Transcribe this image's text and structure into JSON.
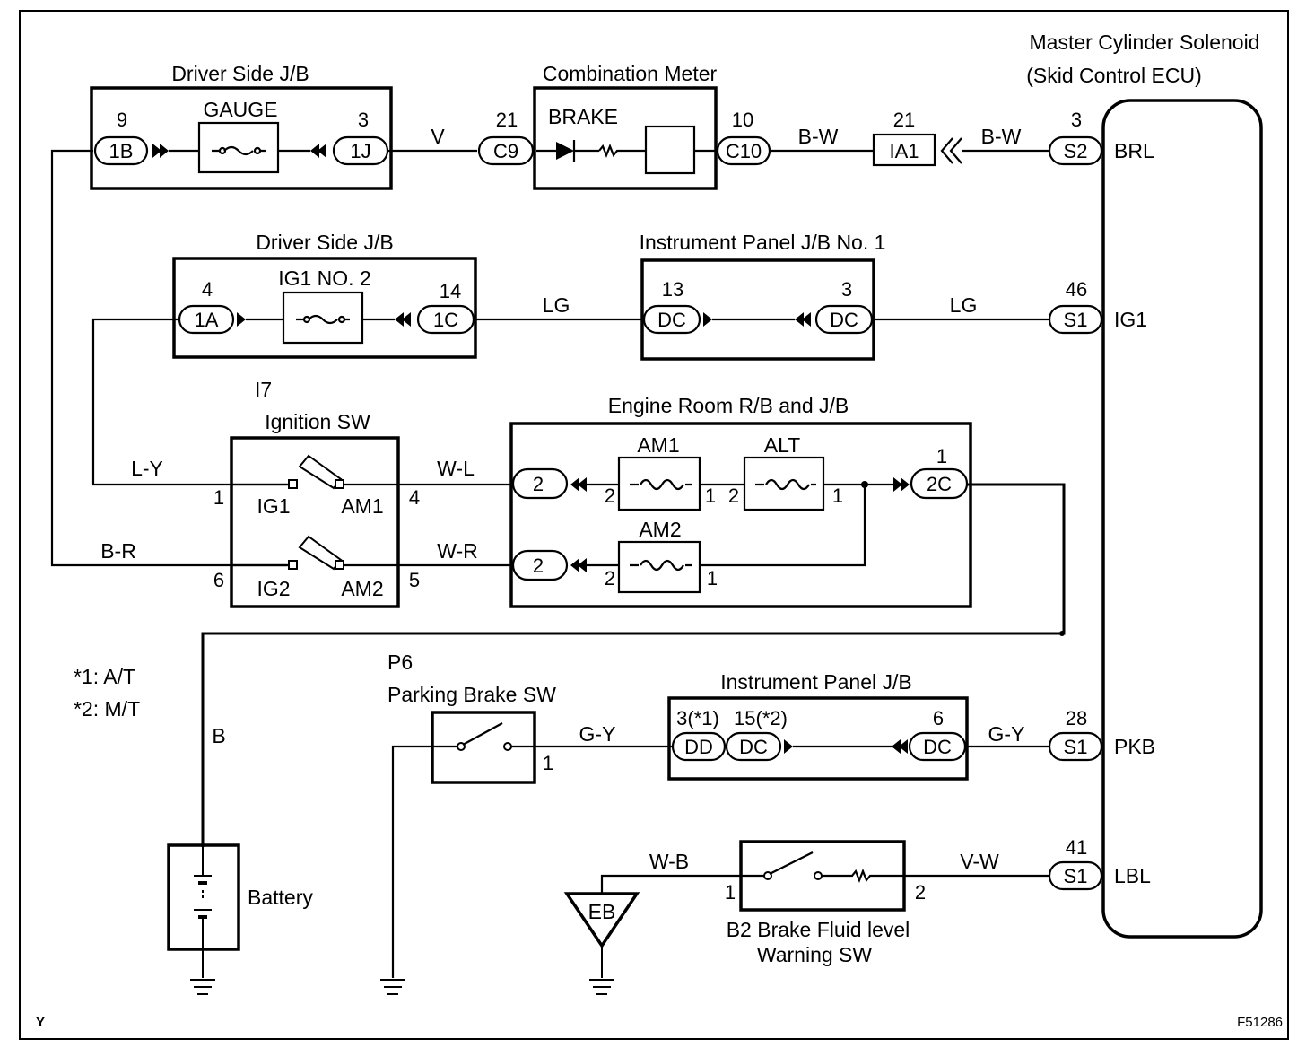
{
  "components": {
    "driver_jb_1": {
      "title": "Driver Side J/B",
      "fuse": "GAUGE",
      "pin_in": "9",
      "conn_in": "1B",
      "pin_out": "3",
      "conn_out": "1J"
    },
    "combination_meter": {
      "title": "Combination Meter",
      "lamp": "BRAKE",
      "pin_in": "21",
      "conn_in": "C9",
      "pin_out": "10",
      "conn_out": "C10"
    },
    "ia1": {
      "pin": "21",
      "conn": "IA1"
    },
    "ecu": {
      "title_line1": "Master Cylinder Solenoid",
      "title_line2": "(Skid Control ECU)",
      "terminals": [
        {
          "pin": "3",
          "conn": "S2",
          "name": "BRL"
        },
        {
          "pin": "46",
          "conn": "S1",
          "name": "IG1"
        },
        {
          "pin": "28",
          "conn": "S1",
          "name": "PKB"
        },
        {
          "pin": "41",
          "conn": "S1",
          "name": "LBL"
        }
      ]
    },
    "driver_jb_2": {
      "title": "Driver Side J/B",
      "fuse": "IG1 NO. 2",
      "pin_in": "4",
      "conn_in": "1A",
      "pin_out": "14",
      "conn_out": "1C"
    },
    "ip_jb_1": {
      "title": "Instrument Panel J/B No. 1",
      "pin_in": "13",
      "conn_in": "DC",
      "pin_out": "3",
      "conn_out": "DC"
    },
    "ignition_sw": {
      "ref": "I7",
      "title": "Ignition SW",
      "ig1": "IG1",
      "am1": "AM1",
      "ig2": "IG2",
      "am2": "AM2",
      "pin1": "1",
      "pin4": "4",
      "pin6": "6",
      "pin5": "5"
    },
    "engine_room": {
      "title": "Engine Room R/B and J/B",
      "conn_a": "2",
      "conn_b": "2",
      "fuse_am1": "AM1",
      "fuse_alt": "ALT",
      "fuse_am2": "AM2",
      "conn_out": "2C",
      "pin_out": "1",
      "pin_am1_l": "2",
      "pin_am1_r": "1",
      "pin_alt_l": "2",
      "pin_alt_r": "1",
      "pin_am2_l": "2",
      "pin_am2_r": "1"
    },
    "parking_sw": {
      "ref": "P6",
      "title": "Parking Brake SW",
      "pin": "1"
    },
    "ip_jb": {
      "title": "Instrument Panel J/B",
      "pin_at": "3(*1)",
      "conn_at": "DD",
      "pin_mt": "15(*2)",
      "conn_mt": "DC",
      "pin_out": "6",
      "conn_out": "DC"
    },
    "brake_fluid_sw": {
      "title_line1": "B2 Brake Fluid level",
      "title_line2": "Warning SW",
      "pin1": "1",
      "pin2": "2"
    },
    "battery": {
      "title": "Battery"
    },
    "ground_eb": {
      "label": "EB"
    }
  },
  "wires": {
    "v": "V",
    "bw1": "B-W",
    "bw2": "B-W",
    "lg1": "LG",
    "lg2": "LG",
    "ly": "L-Y",
    "br": "B-R",
    "wl": "W-L",
    "wr": "W-R",
    "b": "B",
    "gy1": "G-Y",
    "gy2": "G-Y",
    "wb": "W-B",
    "vw": "V-W"
  },
  "notes": {
    "n1": "*1: A/T",
    "n2": "*2: M/T"
  },
  "corner_mark": "Y",
  "figure_id": "F51286"
}
